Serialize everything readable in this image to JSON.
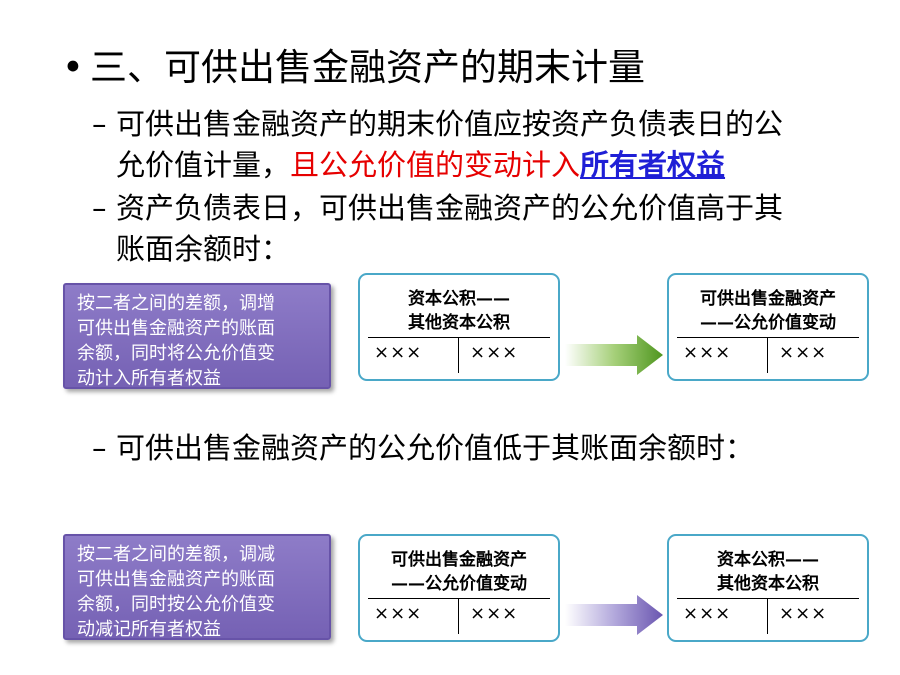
{
  "heading": {
    "bullet": "•",
    "text": "三、可供出售金融资产的期末计量"
  },
  "points": {
    "p1_line1": "可供出售金融资产的期末价值应按资产负债表日的公",
    "p1_line2_a": "允价值计量，",
    "p1_line2_red": "且公允价值的变动计入",
    "p1_line2_link": "所有者权益",
    "p2_line1": "资产负债表日，可供出售金融资产的公允价值高于其",
    "p2_line2": "账面余额时：",
    "p3_line1": "可供出售金融资产的公允价值低于其账面余额时：",
    "dash": "–"
  },
  "increase": {
    "explain": [
      "按二者之间的差额，调增",
      "可供出售金融资产的账面",
      "余额，同时将公允价值变",
      "动计入所有者权益"
    ],
    "from_account": {
      "line1": "资本公积——",
      "line2": "其他资本公积",
      "left": "×××",
      "right": "×××"
    },
    "to_account": {
      "line1": "可供出售金融资产",
      "line2": "——公允价值变动",
      "left": "×××",
      "right": "×××"
    }
  },
  "decrease": {
    "explain": [
      "按二者之间的差额，调减",
      "可供出售金融资产的账面",
      "余额，同时按公允价值变",
      "动减记所有者权益"
    ],
    "from_account": {
      "line1": "可供出售金融资产",
      "line2": "——公允价值变动",
      "left": "×××",
      "right": "×××"
    },
    "to_account": {
      "line1": "资本公积——",
      "line2": "其他资本公积",
      "left": "×××",
      "right": "×××"
    }
  },
  "colors": {
    "purple": "#7561b4",
    "account_border": "#4aa8c8",
    "green_arrow": "#5aa02c",
    "purple_arrow": "#7561b4",
    "red_text": "#e60000",
    "link_text": "#1f1fd6"
  }
}
